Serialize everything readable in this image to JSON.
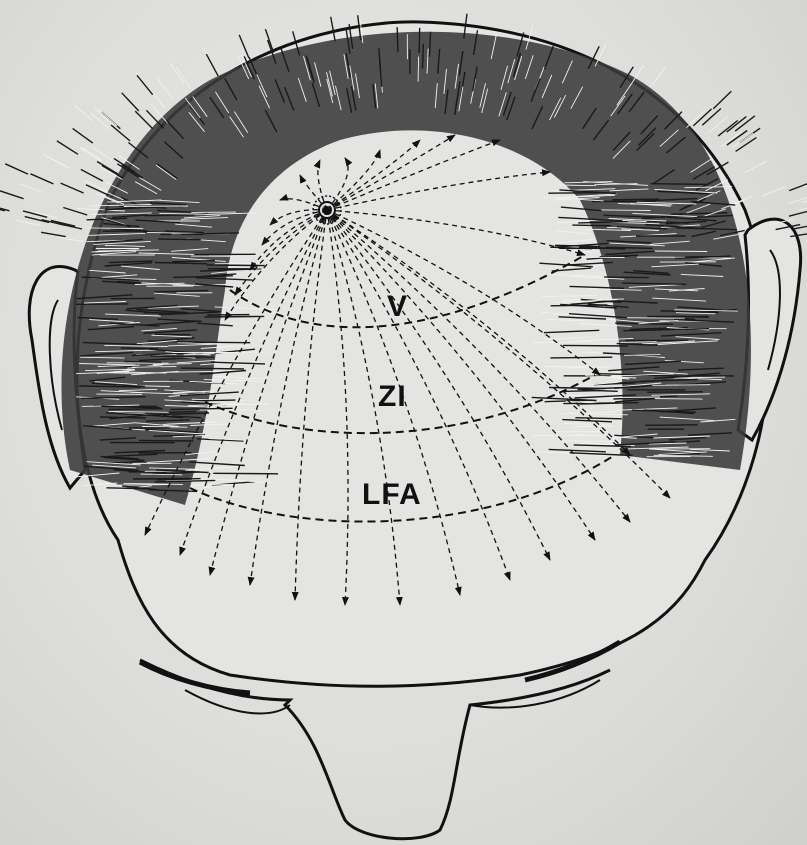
{
  "zones": [
    {
      "id": "v",
      "label": "V"
    },
    {
      "id": "zi",
      "label": "ZI"
    },
    {
      "id": "lfa",
      "label": "LFA"
    }
  ],
  "colors": {
    "paper": "#dcdcda",
    "scalp": "#e4e4e2",
    "hair": "#2a2a2a",
    "line": "#111111"
  }
}
